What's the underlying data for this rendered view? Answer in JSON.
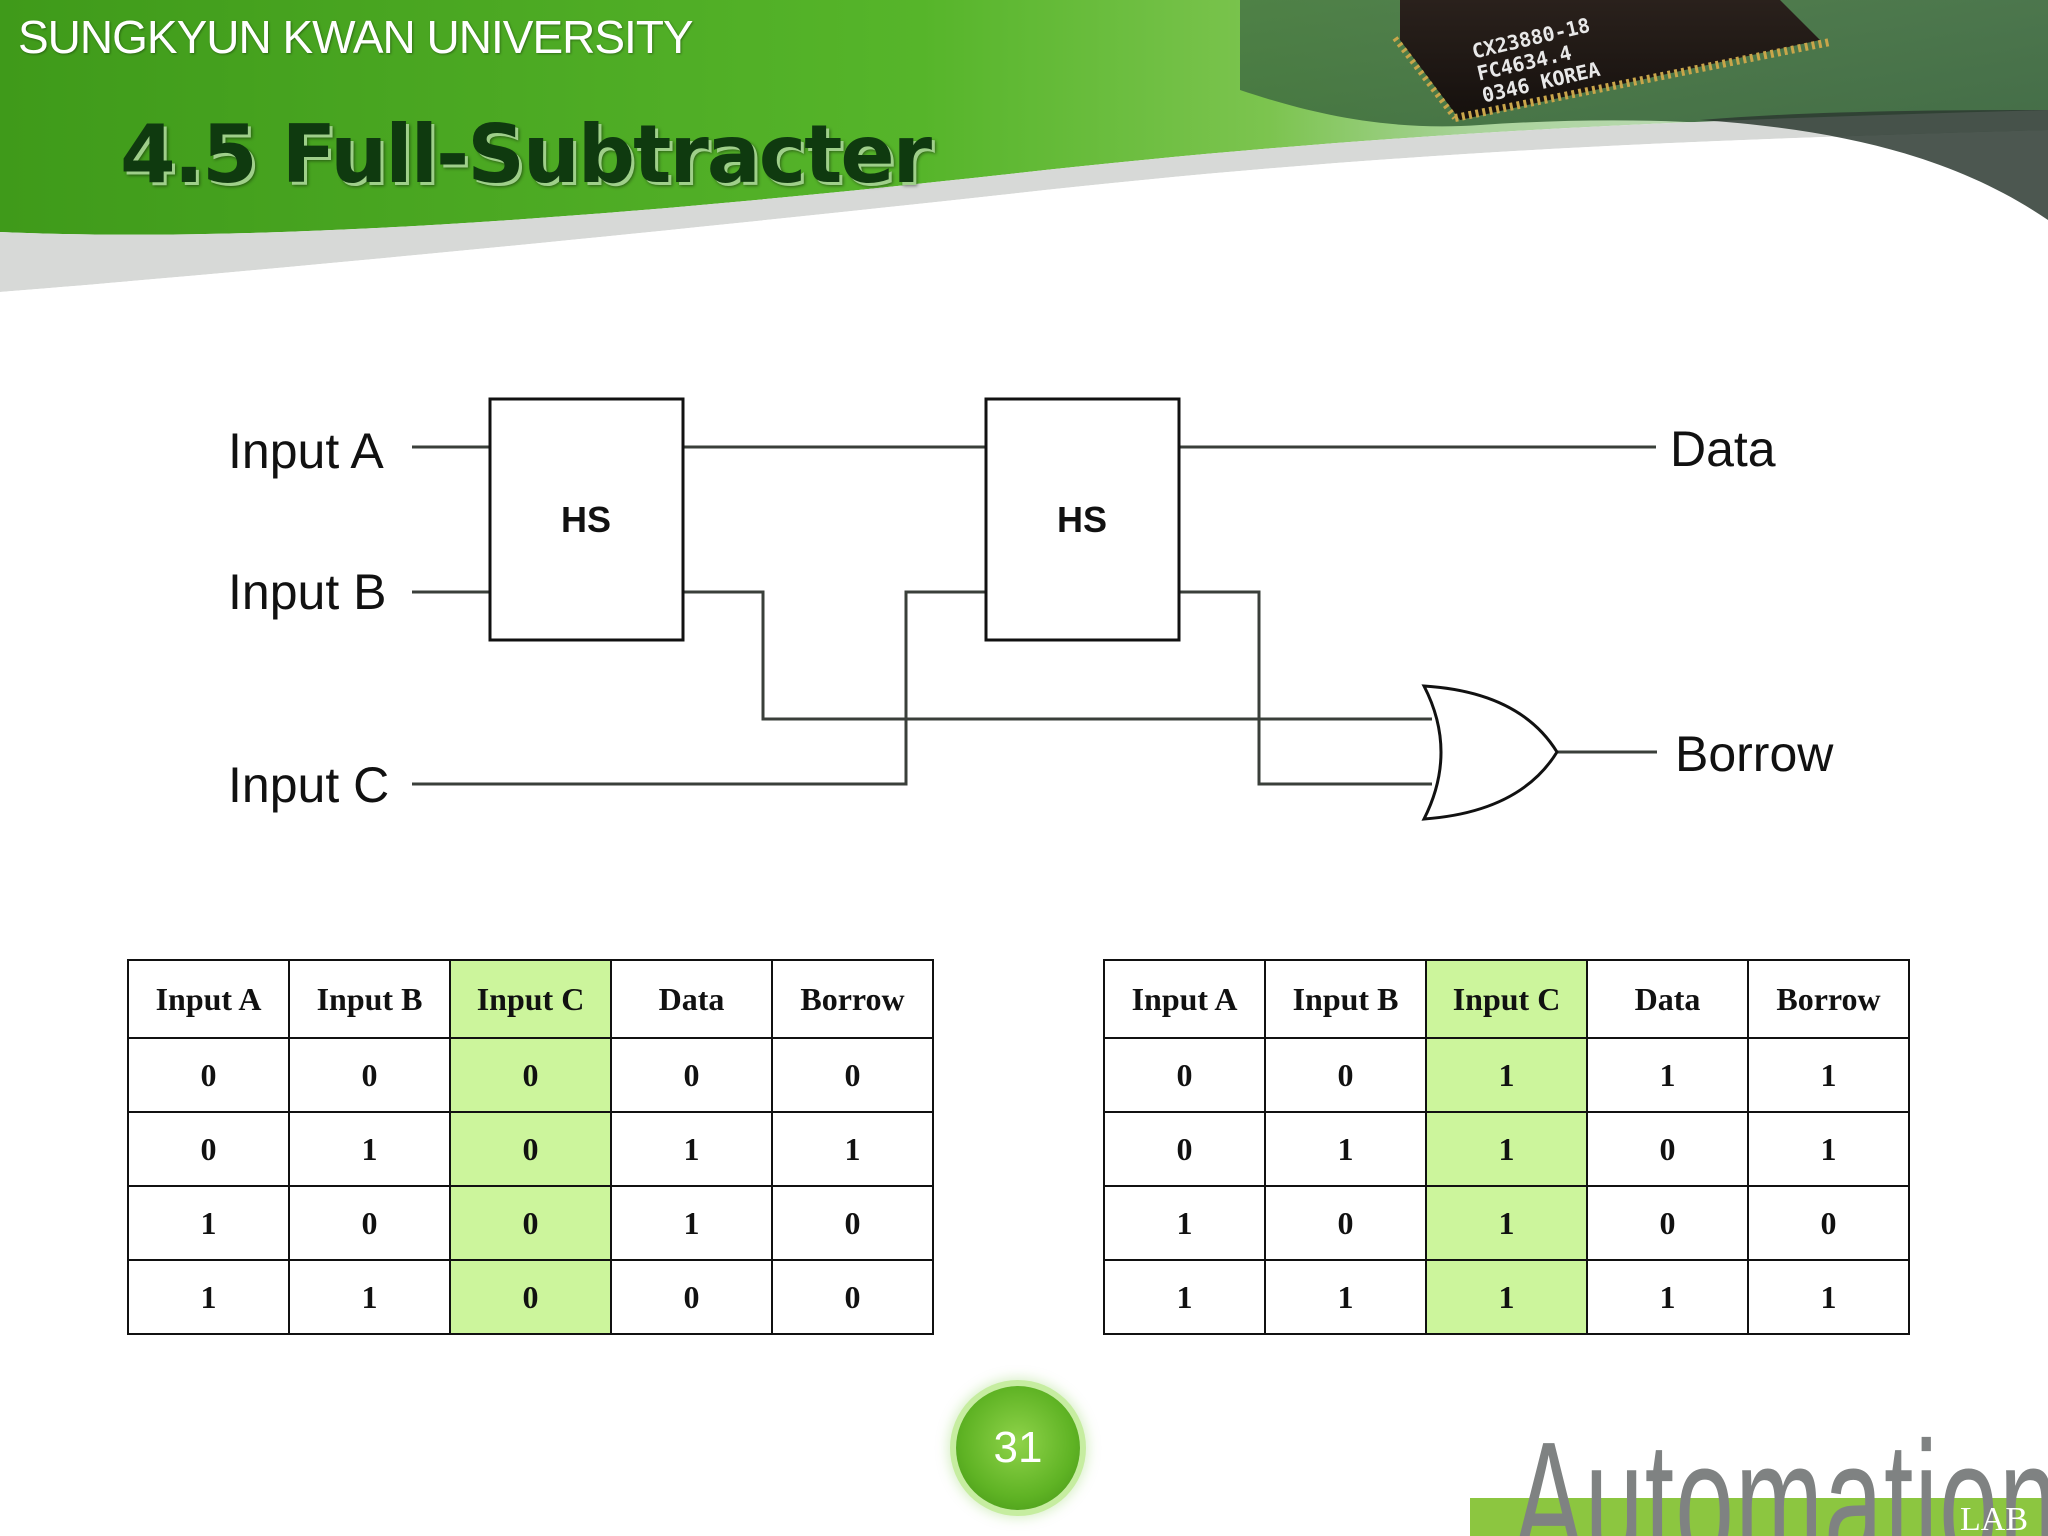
{
  "header": {
    "university": "SUNGKYUN KWAN UNIVERSITY",
    "title": "4.5 Full-Subtracter",
    "chip_text": [
      "CX23880-18",
      "FC4634.4",
      "0346 KOREA"
    ]
  },
  "colors": {
    "header_green": "#4fae25",
    "title_text": "#0f3a0f",
    "highlight": "#ccf59c",
    "wire": "#3a3f3a"
  },
  "diagram": {
    "inputs": [
      "Input A",
      "Input B",
      "Input C"
    ],
    "blocks": [
      "HS",
      "HS"
    ],
    "gate": "OR",
    "outputs": [
      "Data",
      "Borrow"
    ]
  },
  "tables": [
    {
      "headers": [
        "Input A",
        "Input B",
        "Input C",
        "Data",
        "Borrow"
      ],
      "rows": [
        [
          "0",
          "0",
          "0",
          "0",
          "0"
        ],
        [
          "0",
          "1",
          "0",
          "1",
          "1"
        ],
        [
          "1",
          "0",
          "0",
          "1",
          "0"
        ],
        [
          "1",
          "1",
          "0",
          "0",
          "0"
        ]
      ]
    },
    {
      "headers": [
        "Input A",
        "Input B",
        "Input C",
        "Data",
        "Borrow"
      ],
      "rows": [
        [
          "0",
          "0",
          "1",
          "1",
          "1"
        ],
        [
          "0",
          "1",
          "1",
          "0",
          "1"
        ],
        [
          "1",
          "0",
          "1",
          "0",
          "0"
        ],
        [
          "1",
          "1",
          "1",
          "1",
          "1"
        ]
      ]
    }
  ],
  "footer": {
    "page_number": "31",
    "logo": "AutomationLAB"
  }
}
